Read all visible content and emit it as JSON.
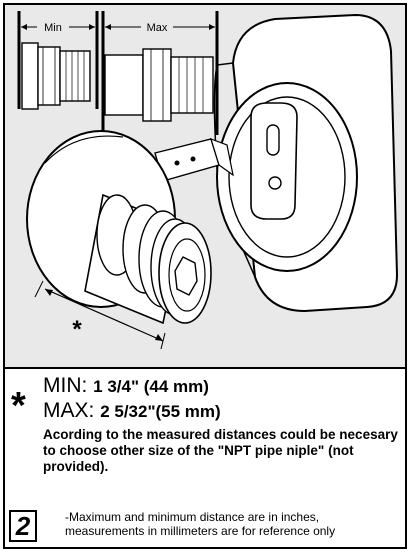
{
  "diagram": {
    "min_label": "Min",
    "max_label": "Max",
    "asterisk": "*"
  },
  "specs": {
    "star": "*",
    "min_prefix": "MIN:",
    "min_value": "1 3/4\" (44 mm)",
    "max_prefix": "MAX:",
    "max_value": "2 5/32\"(55 mm)",
    "description": "Acording to the measured distances could be necesary to choose other size of the \"NPT pipe niple\" (not provided)."
  },
  "footer": {
    "step_number": "2",
    "note_line1": "-Maximum and minimum distance are in inches,",
    "note_line2": "measurements in millimeters are for reference only"
  }
}
